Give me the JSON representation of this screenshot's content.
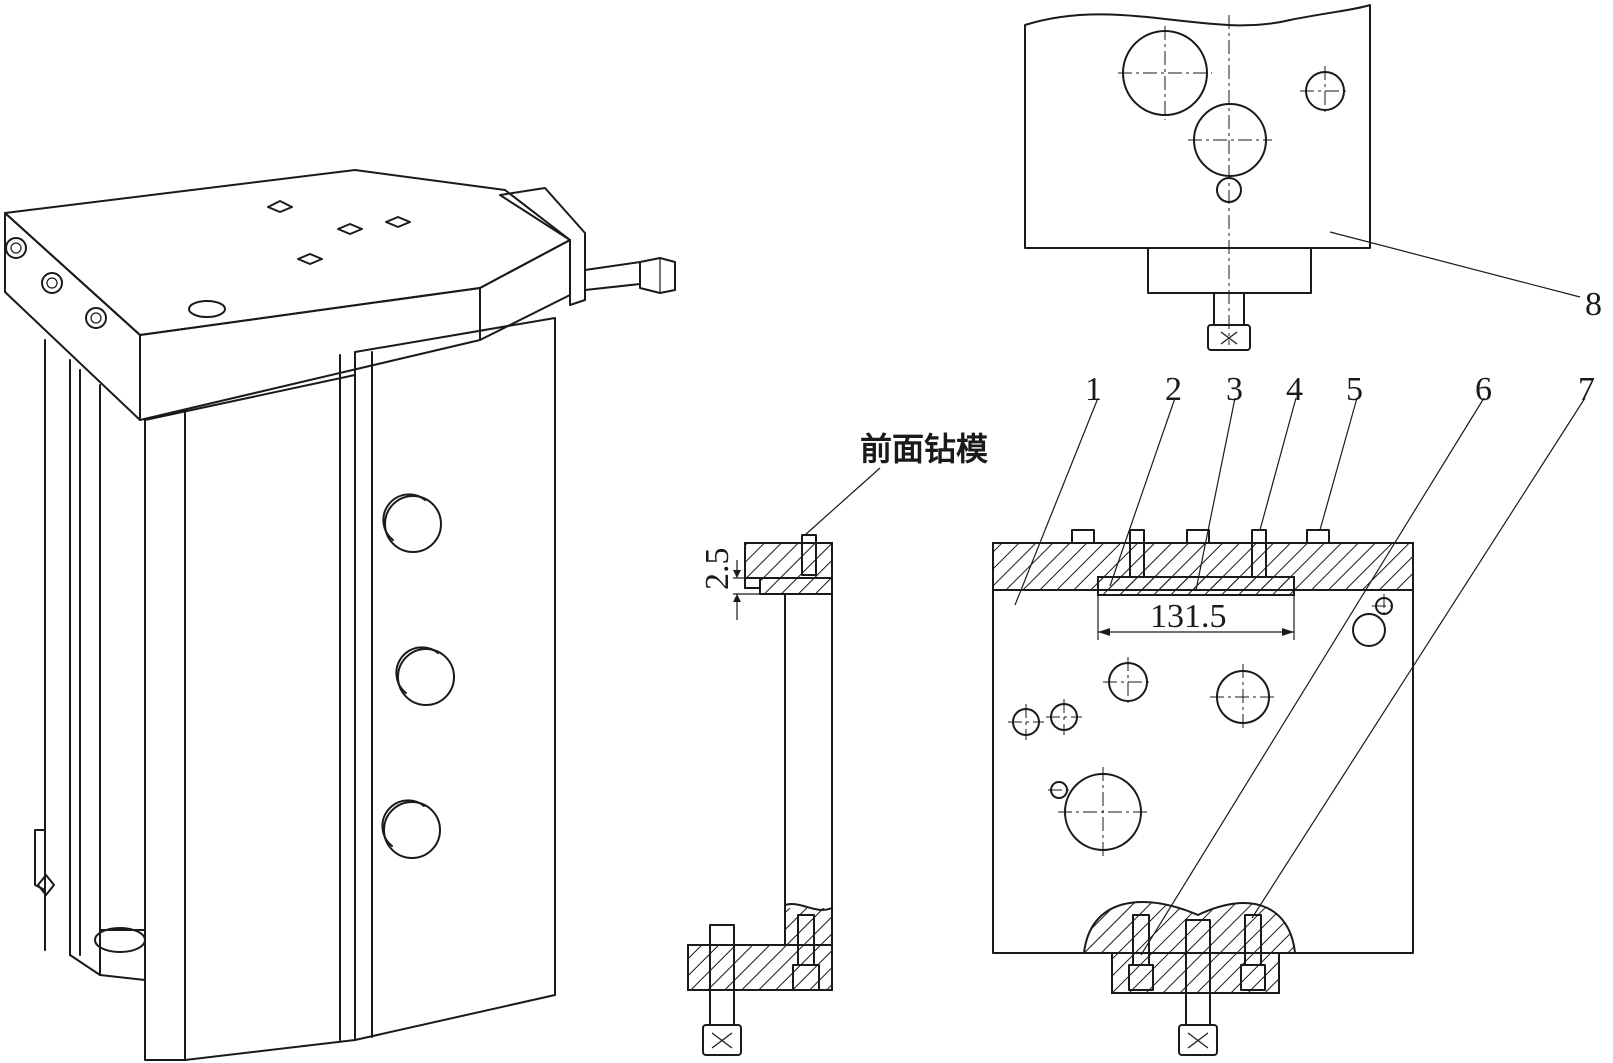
{
  "callouts": [
    "1",
    "2",
    "3",
    "4",
    "5",
    "6",
    "7",
    "8"
  ],
  "front_jig_label": "前面钻模",
  "dimension_height": "2.5",
  "dimension_width": "131.5"
}
